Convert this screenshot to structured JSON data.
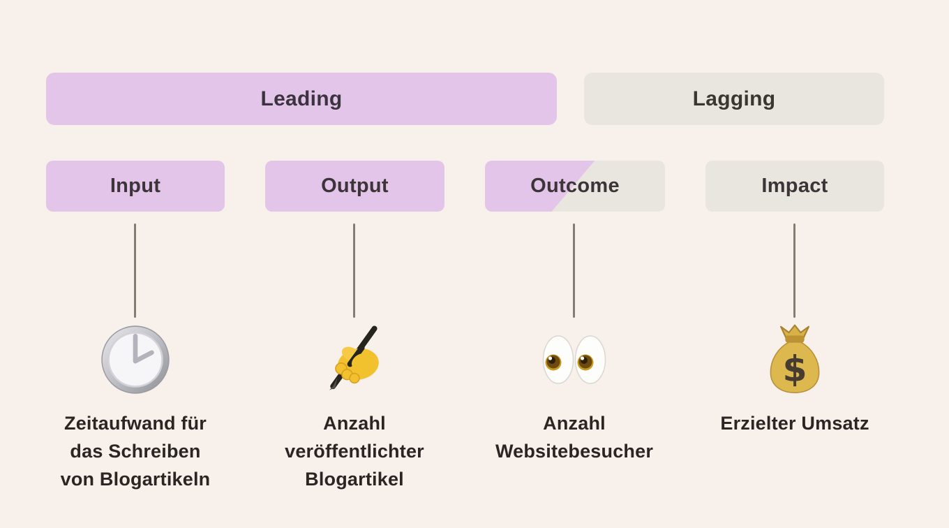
{
  "page": {
    "background_color": "#f8f1eb",
    "accent_purple": "#e2c5e8",
    "accent_gray": "#e9e6e0",
    "text_dark": "#2b2623",
    "connector_color": "#837c73"
  },
  "header": {
    "leading": {
      "label": "Leading",
      "color": "#e2c5e8"
    },
    "lagging": {
      "label": "Lagging",
      "color": "#e9e6e0"
    }
  },
  "columns": [
    {
      "id": "input",
      "label": "Input",
      "category": "leading",
      "icon": "clock-icon",
      "emoji": "🕑",
      "description": "Zeitaufwand für\ndas Schreiben\nvon Blogartikeln"
    },
    {
      "id": "output",
      "label": "Output",
      "category": "leading",
      "icon": "writing-hand-icon",
      "emoji": "✍️",
      "description": "Anzahl\nveröffentlichter\nBlogartikel"
    },
    {
      "id": "outcome",
      "label": "Outcome",
      "category": "leading-lagging-mixed",
      "icon": "eyes-icon",
      "emoji": "👀",
      "description": "Anzahl\nWebsitebesucher"
    },
    {
      "id": "impact",
      "label": "Impact",
      "category": "lagging",
      "icon": "money-bag-icon",
      "emoji": "💰",
      "description": "Erzielter Umsatz"
    }
  ]
}
